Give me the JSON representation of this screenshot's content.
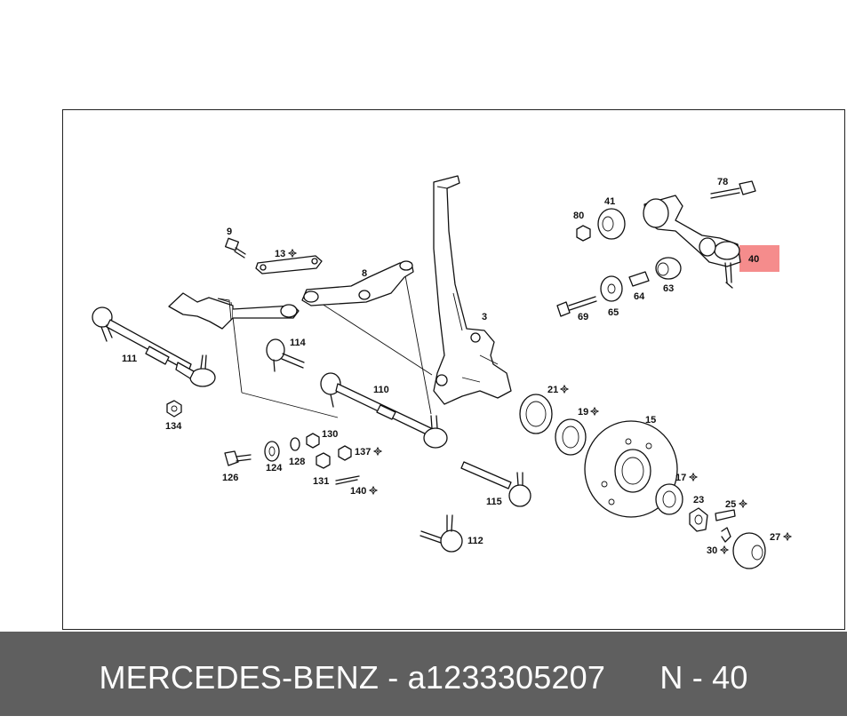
{
  "highlight": {
    "label": "40",
    "color": "#f58c8c"
  },
  "footer": {
    "brand": "MERCEDES-BENZ",
    "separator": " - ",
    "part_number": "a1233305207",
    "position_label": "N - 40",
    "background": "#5f5f5f",
    "text_color": "#ffffff"
  },
  "callouts": {
    "c9": "9",
    "c13": "13",
    "c8": "8",
    "c3": "3",
    "c111": "111",
    "c114": "114",
    "c110": "110",
    "c134": "134",
    "c130": "130",
    "c137": "137",
    "c126": "126",
    "c124": "124",
    "c128": "128",
    "c131": "131",
    "c140": "140",
    "c115": "115",
    "c112": "112",
    "c78": "78",
    "c41": "41",
    "c80": "80",
    "c69": "69",
    "c65": "65",
    "c64": "64",
    "c63": "63",
    "c21": "21",
    "c19": "19",
    "c15": "15",
    "c17": "17",
    "c23": "23",
    "c25": "25",
    "c27": "27",
    "c30": "30"
  },
  "icons": {
    "star_marker": "pinwheel-star-icon"
  }
}
